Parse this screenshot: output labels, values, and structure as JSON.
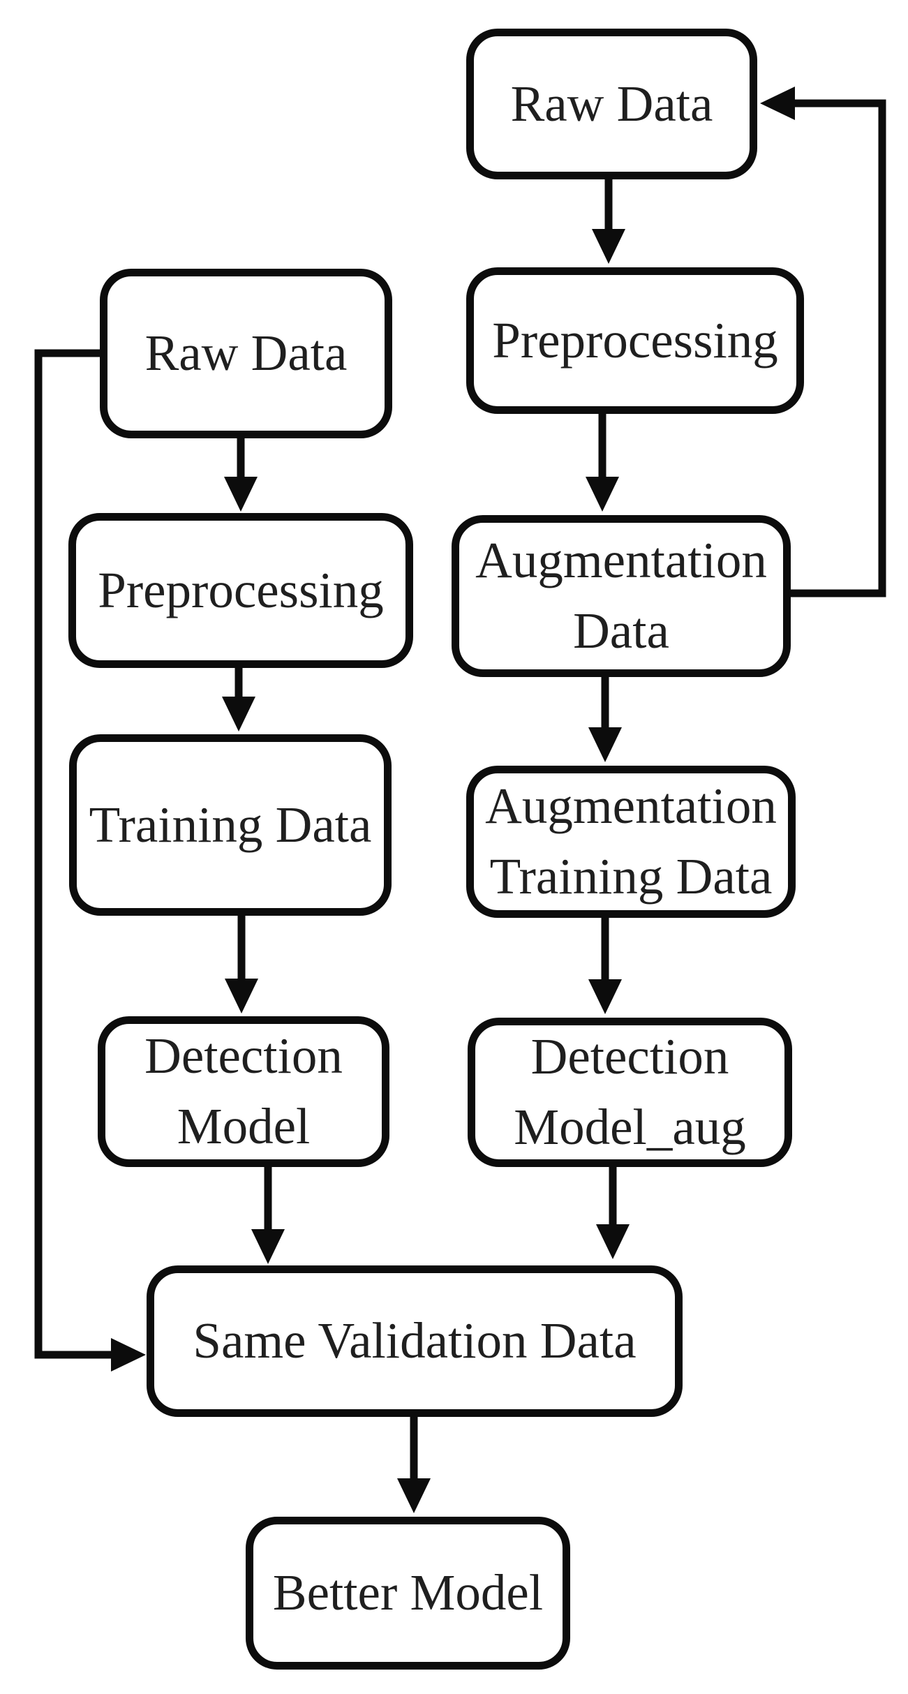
{
  "diagram": {
    "nodes": [
      {
        "id": "raw-data-left",
        "label": "Raw Data"
      },
      {
        "id": "preprocessing-left",
        "label": "Preprocessing"
      },
      {
        "id": "training-data",
        "label": "Training Data"
      },
      {
        "id": "detection-model",
        "label": "Detection\nModel"
      },
      {
        "id": "raw-data-right",
        "label": "Raw Data"
      },
      {
        "id": "preprocessing-right",
        "label": "Preprocessing"
      },
      {
        "id": "augmentation-data",
        "label": "Augmentation\nData"
      },
      {
        "id": "augmentation-training-data",
        "label": "Augmentation\nTraining Data"
      },
      {
        "id": "detection-model-aug",
        "label": "Detection\nModel_aug"
      },
      {
        "id": "same-validation-data",
        "label": "Same Validation Data"
      },
      {
        "id": "better-model",
        "label": "Better Model"
      }
    ],
    "edges": [
      {
        "from": "raw-data-left",
        "to": "preprocessing-left"
      },
      {
        "from": "preprocessing-left",
        "to": "training-data"
      },
      {
        "from": "training-data",
        "to": "detection-model"
      },
      {
        "from": "detection-model",
        "to": "same-validation-data"
      },
      {
        "from": "raw-data-left",
        "to": "same-validation-data"
      },
      {
        "from": "raw-data-right",
        "to": "preprocessing-right"
      },
      {
        "from": "preprocessing-right",
        "to": "augmentation-data"
      },
      {
        "from": "augmentation-data",
        "to": "raw-data-right"
      },
      {
        "from": "augmentation-data",
        "to": "augmentation-training-data"
      },
      {
        "from": "augmentation-training-data",
        "to": "detection-model-aug"
      },
      {
        "from": "detection-model-aug",
        "to": "same-validation-data"
      },
      {
        "from": "same-validation-data",
        "to": "better-model"
      }
    ]
  },
  "style": {
    "line_color": "#0c0c0c",
    "box_fill": "#ffffff",
    "text_color": "#1f1f1f",
    "background": "#ffffff"
  }
}
